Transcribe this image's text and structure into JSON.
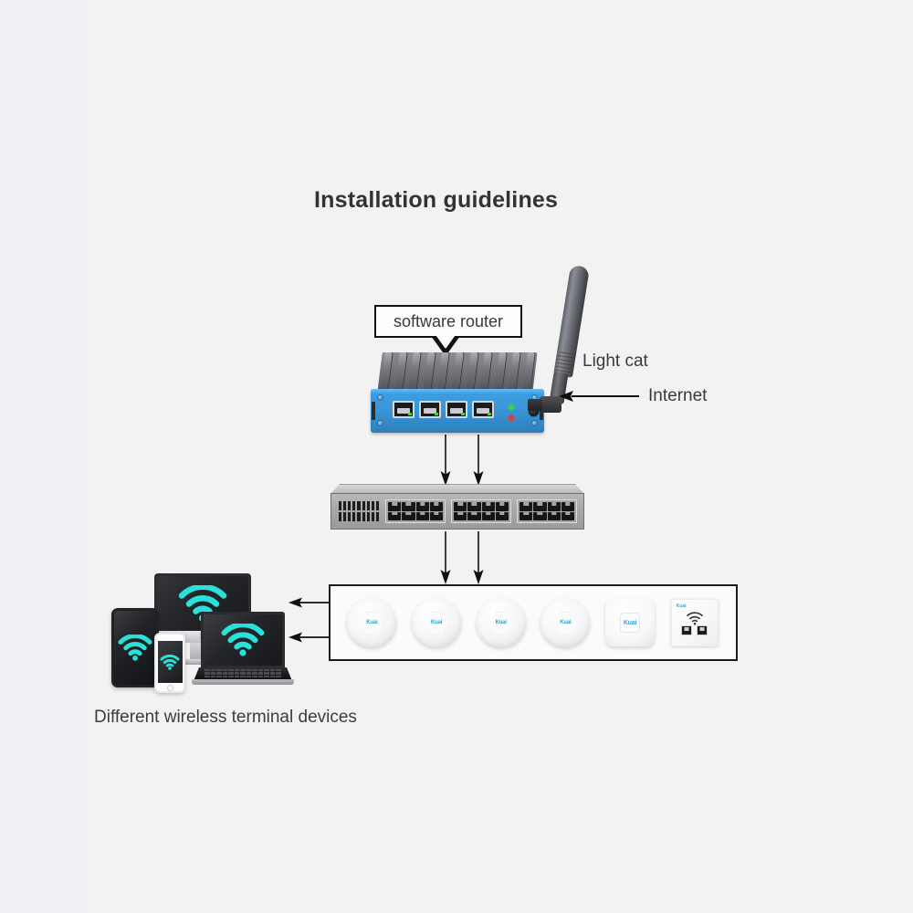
{
  "page": {
    "title": "Installation guidelines",
    "caption": "Different wireless terminal devices",
    "background_color": "#f2f2f2",
    "left_band_color": "#eff1f6"
  },
  "callout": {
    "label": "software router"
  },
  "labels": {
    "light_cat": "Light cat",
    "internet": "Internet"
  },
  "router": {
    "name": "software-router-device",
    "chassis_color": "#3a97d9",
    "heatsink_color": "#6e7075",
    "port_count": 4,
    "leds": [
      {
        "name": "status-led-green",
        "color": "#36d049"
      },
      {
        "name": "status-led-red",
        "color": "#e03b36"
      }
    ]
  },
  "antenna": {
    "name": "external-antenna",
    "color": "#5d6066"
  },
  "switch": {
    "name": "ethernet-switch",
    "port_groups": 3,
    "ports_per_group": 8,
    "total_ports": 24,
    "body_color": "#a9a9a9"
  },
  "ap_panel": {
    "border_color": "#1c1c1c",
    "logo_color": "#2aa6d6",
    "items": [
      {
        "type": "ceiling-ap-round",
        "logo": "Kuai"
      },
      {
        "type": "ceiling-ap-round",
        "logo": "Kuai"
      },
      {
        "type": "ceiling-ap-round",
        "logo": "Kuai"
      },
      {
        "type": "ceiling-ap-round",
        "logo": "Kuai"
      },
      {
        "type": "ceiling-ap-square",
        "logo": "Kuai"
      },
      {
        "type": "in-wall-ap",
        "logo": "Kuai"
      }
    ]
  },
  "devices": {
    "wifi_icon_color": "#2ae0d8",
    "items": [
      {
        "type": "desktop-monitor"
      },
      {
        "type": "tablet"
      },
      {
        "type": "smartphone"
      },
      {
        "type": "laptop"
      }
    ]
  },
  "arrows": {
    "router_to_switch": 2,
    "switch_to_ap": 2,
    "ap_to_devices": 2,
    "internet_inbound": 1,
    "color": "#111111"
  }
}
